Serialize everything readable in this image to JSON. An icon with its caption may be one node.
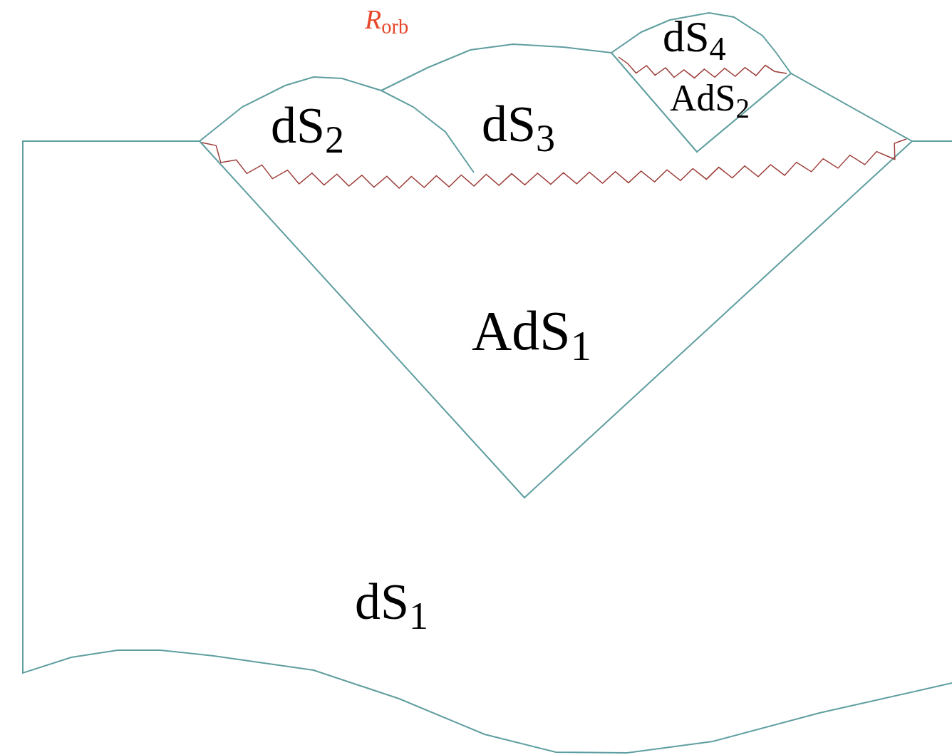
{
  "diagram": {
    "labels": [
      "*R*$_{orb}$",
      "dS$_{4}$",
      "AdS$_{2}$",
      "dS$_{2}$",
      "dS$_{3}$",
      "AdS$_{1}$",
      "dS$_{1}$"
    ]
  }
}
